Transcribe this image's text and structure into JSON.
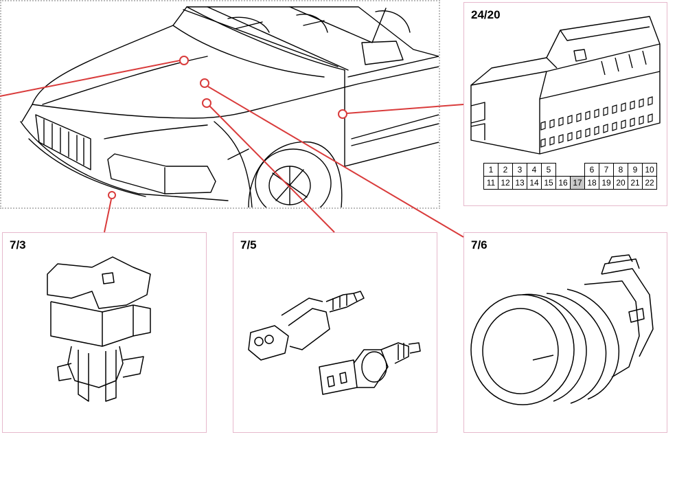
{
  "colors": {
    "callout_line": "#d93b3b",
    "panel_border": "#e6b8cc",
    "highlighted_pin": "#c8c8c8"
  },
  "panels": {
    "car_overview": {
      "label": ""
    },
    "connector_24_20": {
      "label": "24/20"
    },
    "component_7_3": {
      "label": "7/3"
    },
    "component_7_5": {
      "label": "7/5"
    },
    "component_7_6": {
      "label": "7/6"
    }
  },
  "pin_grid": {
    "top_row": [
      "1",
      "2",
      "3",
      "4",
      "5",
      "",
      "6",
      "7",
      "8",
      "9",
      "10"
    ],
    "bottom_row": [
      "11",
      "12",
      "13",
      "14",
      "15",
      "16",
      "17",
      "18",
      "19",
      "20",
      "21",
      "22"
    ],
    "highlighted_pin": "17"
  }
}
